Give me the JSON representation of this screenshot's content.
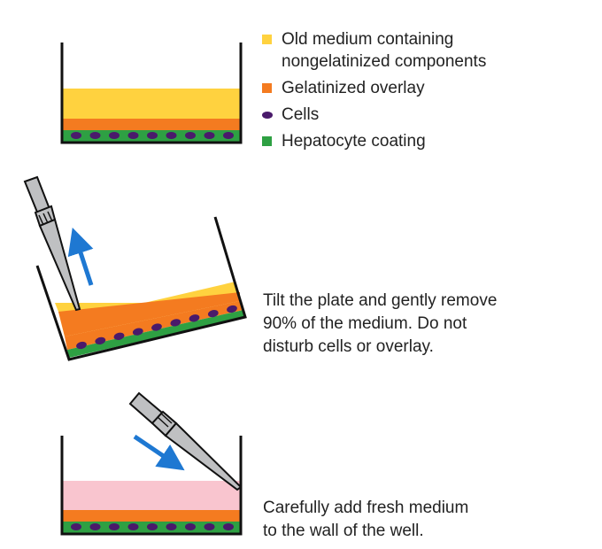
{
  "colors": {
    "old_medium": "#FFD23F",
    "gelatinized_overlay": "#F47B20",
    "cells": "#4A1A6B",
    "hepatocyte_coating": "#2EA043",
    "fresh_medium": "#F9C5CF",
    "arrow": "#1E78D2",
    "pipette": "#BFC0C2",
    "outline": "#111111"
  },
  "legend": [
    {
      "label": "Old medium containing\nnongelatinized components",
      "color": "#FFD23F",
      "shape": "square"
    },
    {
      "label": "Gelatinized overlay",
      "color": "#F47B20",
      "shape": "square"
    },
    {
      "label": "Cells",
      "color": "#4A1A6B",
      "shape": "ellipse"
    },
    {
      "label": "Hepatocyte coating",
      "color": "#2EA043",
      "shape": "square"
    }
  ],
  "steps": [
    {
      "text": "Tilt the plate and gently remove\n90% of the medium. Do not\ndisturb cells or overlay."
    },
    {
      "text": "Carefully add fresh medium\nto the wall of the well."
    }
  ]
}
